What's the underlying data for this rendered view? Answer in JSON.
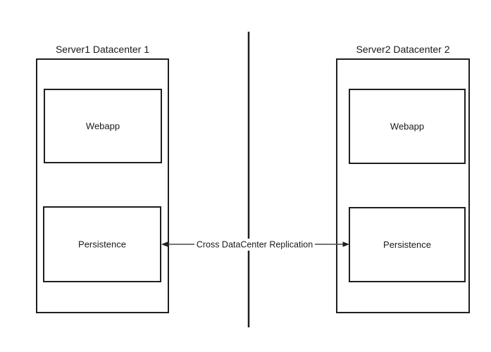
{
  "page": {
    "background_color": "#ffffff"
  },
  "diagram": {
    "stroke_color": "#1f1f1f",
    "box_fill_color": "#ffffff",
    "arrow_color": "#4a4a4a",
    "servers": [
      {
        "title": "Server1 Datacenter 1",
        "components": [
          "Webapp",
          "Persistence"
        ]
      },
      {
        "title": "Server2 Datacenter 2",
        "components": [
          "Webapp",
          "Persistence"
        ]
      }
    ],
    "replication": {
      "label": "Cross DataCenter Replication"
    }
  }
}
